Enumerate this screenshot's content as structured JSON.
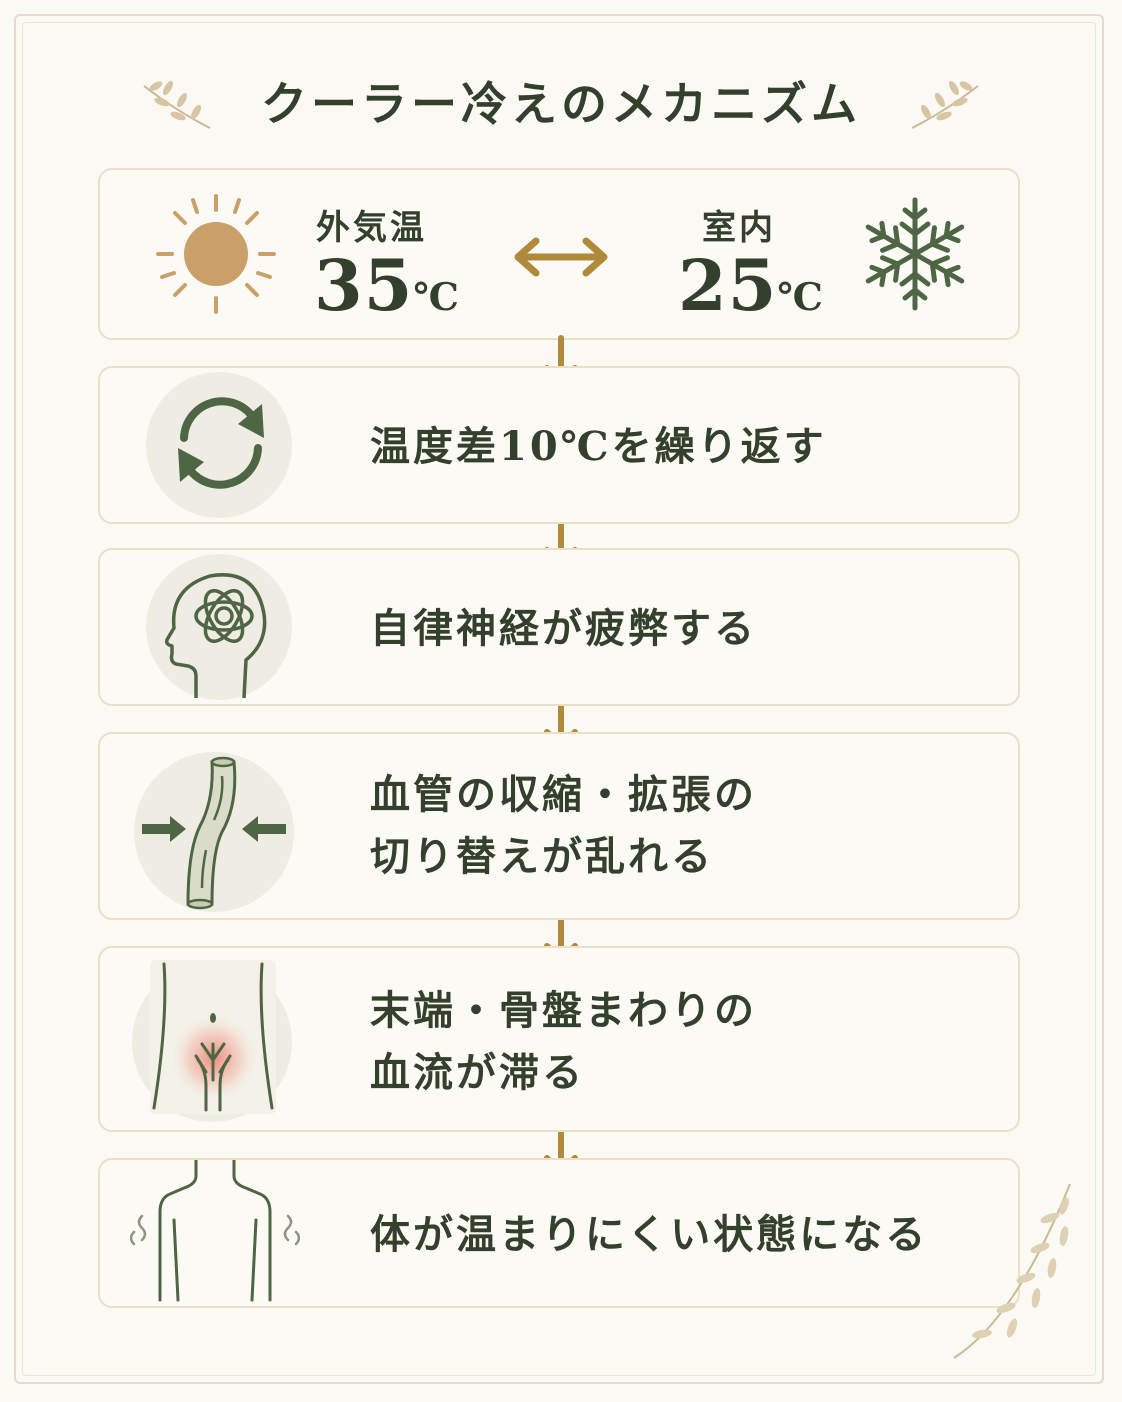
{
  "title": "クーラー冷えのメカニズム",
  "temperature": {
    "outside_label": "外気温",
    "outside_value": "35",
    "outside_unit": "℃",
    "inside_label": "室内",
    "inside_value": "25",
    "inside_unit": "℃"
  },
  "steps": [
    {
      "lines": [
        "温度差10℃を繰り返す"
      ]
    },
    {
      "lines": [
        "自律神経が疲弊する"
      ]
    },
    {
      "lines": [
        "血管の収縮・拡張の",
        "切り替えが乱れる"
      ]
    },
    {
      "lines": [
        "末端・骨盤まわりの",
        "血流が滞る"
      ]
    },
    {
      "lines": [
        "体が温まりにくい状態になる"
      ]
    }
  ],
  "colors": {
    "text": "#33402c",
    "accent_gold": "#b08a3a",
    "sun": "#c9a06a",
    "icon_green": "#4f6644",
    "card_border": "#ecdfc7",
    "background": "#fbf9f3"
  },
  "icons": [
    "sun-icon",
    "double-arrow-icon",
    "snowflake-icon",
    "cycle-icon",
    "brain-head-icon",
    "blood-vessel-icon",
    "pelvis-icon",
    "body-cold-icon",
    "laurel-icon"
  ]
}
